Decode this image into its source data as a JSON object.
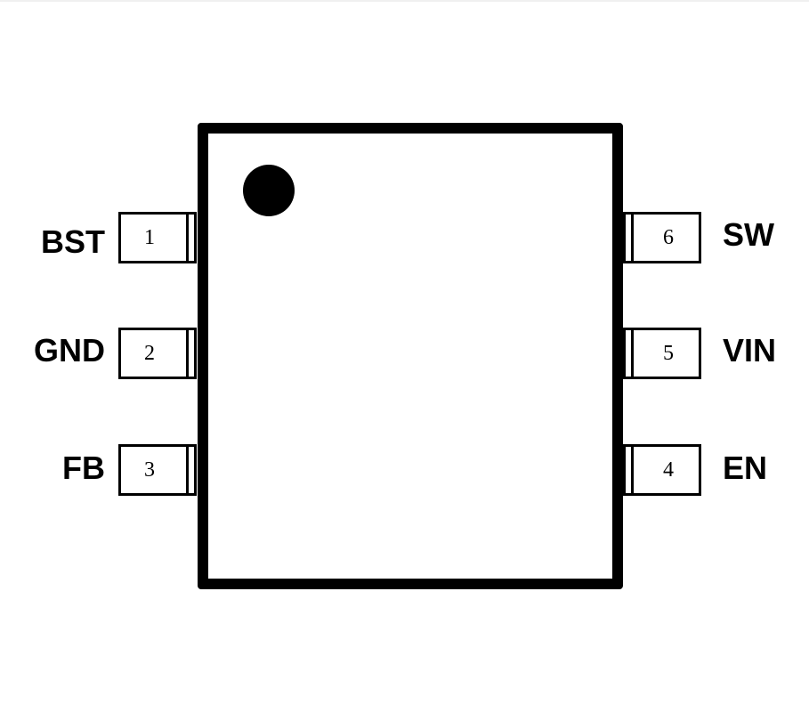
{
  "pins_left": [
    {
      "number": "1",
      "name": "BST"
    },
    {
      "number": "2",
      "name": "GND"
    },
    {
      "number": "3",
      "name": "FB"
    }
  ],
  "pins_right": [
    {
      "number": "6",
      "name": "SW"
    },
    {
      "number": "5",
      "name": "VIN"
    },
    {
      "number": "4",
      "name": "EN"
    }
  ],
  "colors": {
    "outline": "#000000",
    "background": "#ffffff"
  }
}
